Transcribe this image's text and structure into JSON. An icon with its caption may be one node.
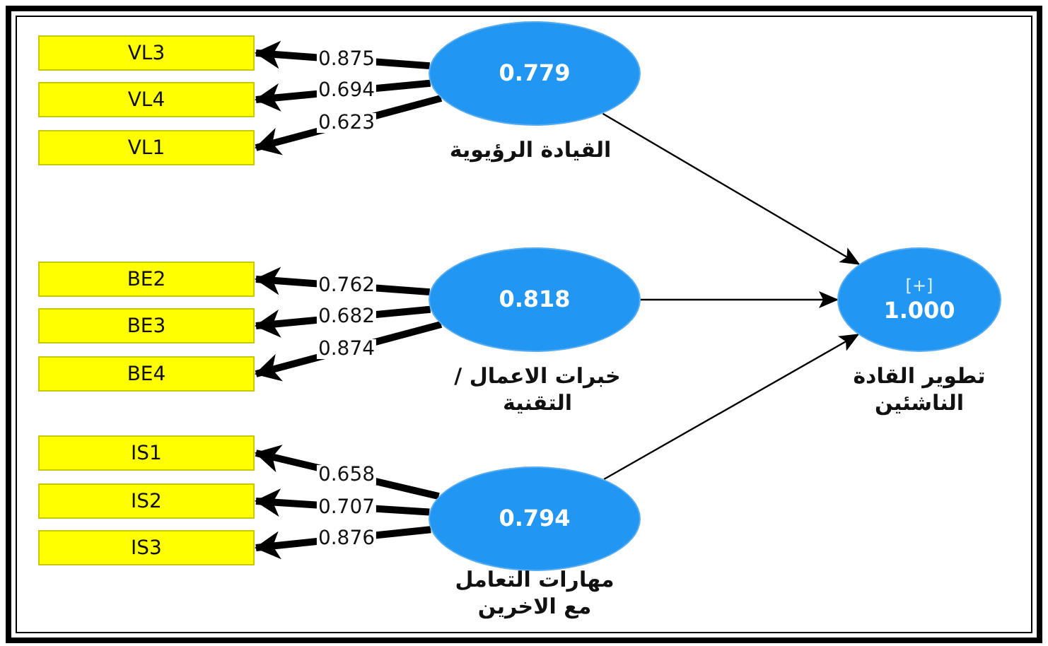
{
  "diagram": {
    "nodes": [
      {
        "text": [
          "0.779"
        ],
        "beside": [
          "القيادة الرؤيوية"
        ]
      },
      {
        "text": [
          "VL3"
        ]
      },
      {
        "text": [
          "VL4"
        ]
      },
      {
        "text": [
          "VL1"
        ]
      },
      {
        "text": [
          "0.818"
        ],
        "beside": [
          "خبرات الاعمال / التقنية"
        ]
      },
      {
        "text": [
          "BE2"
        ]
      },
      {
        "text": [
          "BE3"
        ]
      },
      {
        "text": [
          "BE4"
        ]
      },
      {
        "text": [
          "0.794"
        ],
        "beside": [
          "مهارات التعامل مع الاخرين"
        ]
      },
      {
        "text": [
          "IS1"
        ]
      },
      {
        "text": [
          "IS2"
        ]
      },
      {
        "text": [
          "IS3"
        ]
      },
      {
        "text": [
          "[+]",
          "1.000"
        ],
        "beside": [
          "تطوير القادة الناشئين"
        ]
      }
    ],
    "edges": [
      {
        "from": 0,
        "to": 1,
        "arrow": "to",
        "label": "0.875"
      },
      {
        "from": 0,
        "to": 2,
        "arrow": "to",
        "label": "0.694"
      },
      {
        "from": 0,
        "to": 3,
        "arrow": "to",
        "label": "0.623"
      },
      {
        "from": 4,
        "to": 5,
        "arrow": "to",
        "label": "0.762"
      },
      {
        "from": 4,
        "to": 6,
        "arrow": "to",
        "label": "0.682"
      },
      {
        "from": 4,
        "to": 7,
        "arrow": "to",
        "label": "0.874"
      },
      {
        "from": 8,
        "to": 9,
        "arrow": "to",
        "label": "0.658"
      },
      {
        "from": 8,
        "to": 10,
        "arrow": "to",
        "label": "0.707"
      },
      {
        "from": 8,
        "to": 11,
        "arrow": "to",
        "label": "0.876"
      },
      {
        "from": 0,
        "to": 12,
        "arrow": "to"
      },
      {
        "from": 4,
        "to": 12,
        "arrow": "to"
      },
      {
        "from": 8,
        "to": 12,
        "arrow": "to"
      }
    ]
  }
}
